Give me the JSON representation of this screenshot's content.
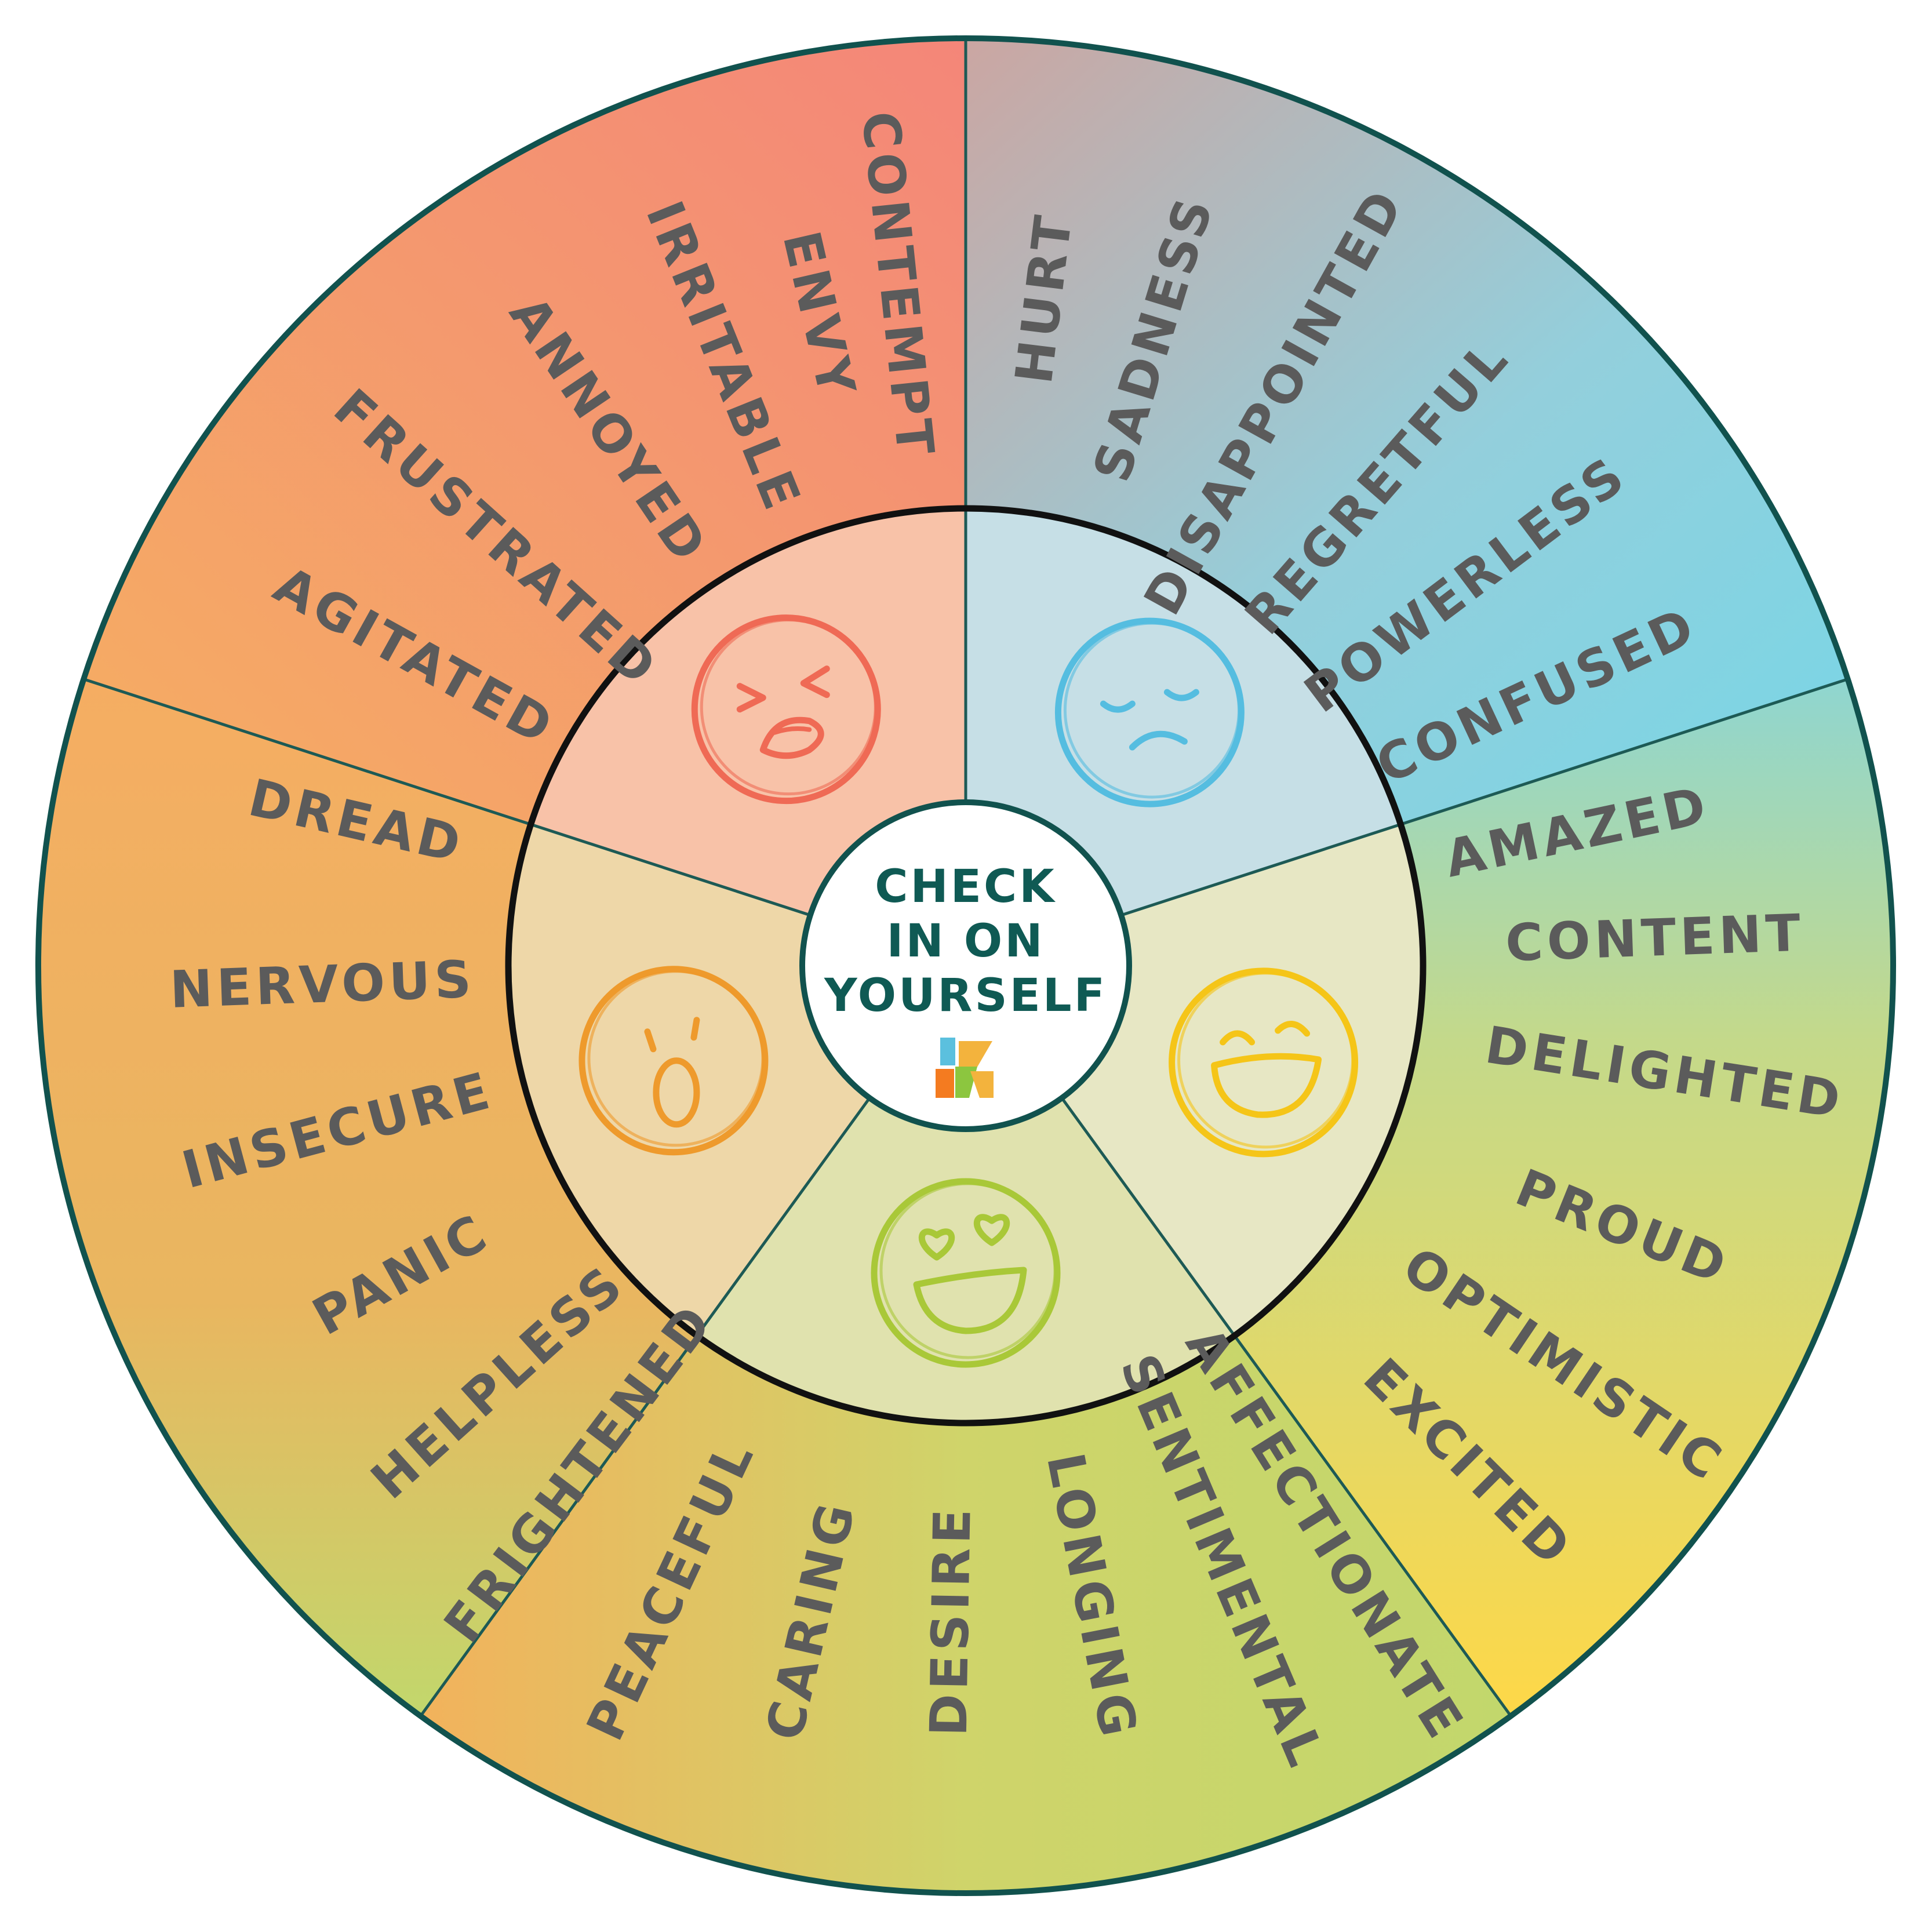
{
  "center": {
    "title_lines": [
      "CHECK",
      "IN ON",
      "YOURSELF"
    ]
  },
  "colors": {
    "outer_border": "#11524e",
    "divider": "#1d5a55",
    "inner_ring": "#111111",
    "word_text": "#5b5b5b",
    "title_text": "#0f5a54"
  },
  "segments": [
    {
      "id": "anger",
      "face": "angry-face-icon",
      "face_color": "#ef6a55",
      "outer_gradient": [
        "#f4a36d",
        "#f48a78"
      ],
      "inner_fill": "#f8c2a8",
      "words": [
        "CONTEMPT",
        "ENVY",
        "IRRITABLE",
        "ANNOYED",
        "FRUSTRATED",
        "AGITATED"
      ]
    },
    {
      "id": "sadness",
      "face": "sad-face-icon",
      "face_color": "#55bde0",
      "outer_gradient": [
        "#c9a8a4",
        "#7fd8e8"
      ],
      "inner_fill": "#c6dfe6",
      "words": [
        "HURT",
        "SADNESS",
        "DISAPPOINTED",
        "REGRETFUL",
        "POWERLESS",
        "CONFUSED"
      ]
    },
    {
      "id": "joy",
      "face": "happy-face-icon",
      "face_color": "#f5c518",
      "outer_gradient": [
        "#9fd7c4",
        "#fdd84a"
      ],
      "inner_fill": "#e7e7c4",
      "words": [
        "AMAZED",
        "CONTENT",
        "DELIGHTED",
        "PROUD",
        "OPTIMISTIC",
        "EXCITED"
      ]
    },
    {
      "id": "love",
      "face": "heart-eyes-face-icon",
      "face_color": "#a9c838",
      "outer_gradient": [
        "#f0b55c",
        "#c5d86b"
      ],
      "inner_fill": "#e0e2ae",
      "words": [
        "PEACEFUL",
        "CARING",
        "DESIRE",
        "LONGING",
        "SENTIMENTAL",
        "AFFECTIONATE"
      ]
    },
    {
      "id": "fear",
      "face": "surprised-face-icon",
      "face_color": "#ee9a2c",
      "outer_gradient": [
        "#f4ad62",
        "#c6d86a"
      ],
      "inner_fill": "#eed7a8",
      "words": [
        "DREAD",
        "NERVOUS",
        "INSECURE",
        "PANIC",
        "HELPLESS",
        "FRIGHTENED"
      ]
    }
  ]
}
